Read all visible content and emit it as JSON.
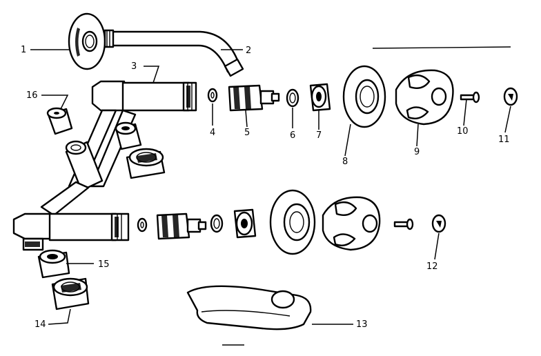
{
  "diagram": {
    "callouts": [
      {
        "id": "1",
        "label": "1"
      },
      {
        "id": "2",
        "label": "2"
      },
      {
        "id": "3",
        "label": "3"
      },
      {
        "id": "4",
        "label": "4"
      },
      {
        "id": "5",
        "label": "5"
      },
      {
        "id": "6",
        "label": "6"
      },
      {
        "id": "7",
        "label": "7"
      },
      {
        "id": "8",
        "label": "8"
      },
      {
        "id": "9",
        "label": "9"
      },
      {
        "id": "10",
        "label": "10"
      },
      {
        "id": "11",
        "label": "11"
      },
      {
        "id": "12",
        "label": "12"
      },
      {
        "id": "13",
        "label": "13"
      },
      {
        "id": "14",
        "label": "14"
      },
      {
        "id": "15",
        "label": "15"
      },
      {
        "id": "16",
        "label": "16"
      }
    ],
    "colors": {
      "ink": "#000000",
      "paper": "#ffffff"
    }
  }
}
